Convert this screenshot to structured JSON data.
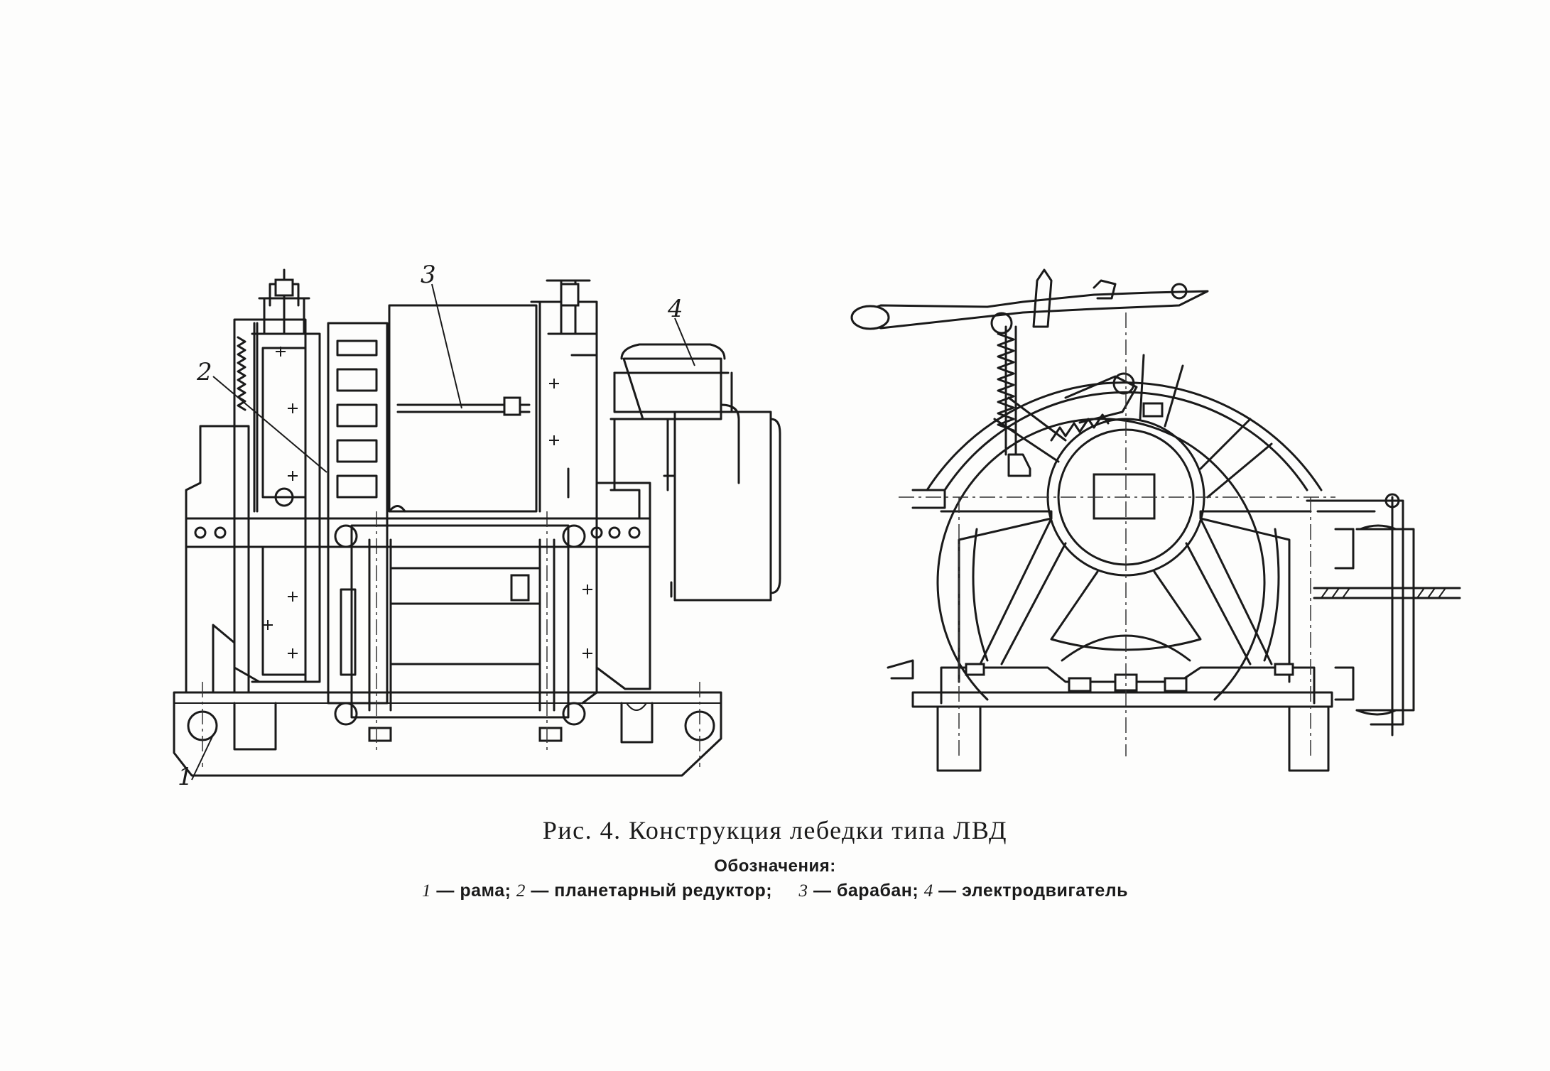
{
  "figure": {
    "title": "Рис. 4. Конструкция лебедки типа ЛВД",
    "legend_heading": "Обозначения:",
    "legend_items": [
      {
        "num": "1",
        "text": "— рама;"
      },
      {
        "num": "2",
        "text": "— планетарный редуктор;"
      },
      {
        "num": "3",
        "text": "— барабан;"
      },
      {
        "num": "4",
        "text": "— электродвигатель"
      }
    ]
  },
  "callouts": [
    "1",
    "2",
    "3",
    "4"
  ],
  "colors": {
    "ink": "#1a1a1a",
    "paper": "#fdfdfc"
  }
}
